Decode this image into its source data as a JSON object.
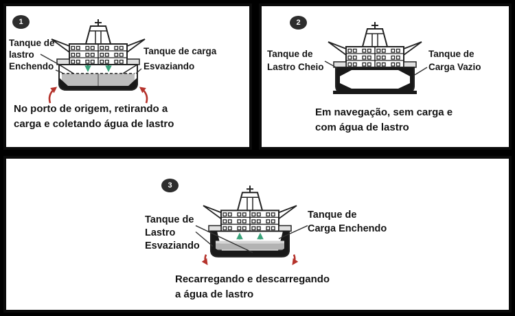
{
  "colors": {
    "background": "#000000",
    "panel_background": "#ffffff",
    "panel_border": "#0b0b0b",
    "badge_background": "#2d2d2d",
    "badge_text": "#ffffff",
    "text": "#141414",
    "ship_outline": "#222222",
    "ballast_water_gray": "#bdbdbd",
    "green_flow_arrow": "#3aa27a",
    "red_water_arrow": "#b5322b"
  },
  "panels": [
    {
      "badge": "1",
      "left_label_lines": [
        "Tanque de",
        "lastro",
        "Enchendo"
      ],
      "right_label_lines": [
        "Tanque de carga",
        "Esvaziando"
      ],
      "caption_lines": [
        "No porto de origem, retirando a",
        "carga e coletando água de lastro"
      ],
      "ship_state": "ballast filling (green arrows down), cargo emptying, red intake arrows up"
    },
    {
      "badge": "2",
      "left_label_lines": [
        "Tanque de",
        "Lastro Cheio"
      ],
      "right_label_lines": [
        "Tanque de",
        "Carga Vazio"
      ],
      "caption_lines": [
        "Em navegação, sem carga e",
        "com água de lastro"
      ],
      "ship_state": "ballast full (black hull), cargo tank empty (white octagon)"
    },
    {
      "badge": "3",
      "left_label_lines": [
        "Tanque de",
        "Lastro",
        "Esvaziando"
      ],
      "right_label_lines": [
        "Tanque de",
        "Carga Enchendo"
      ],
      "caption_lines": [
        "Recarregando e descarregando",
        "a água de lastro"
      ],
      "ship_state": "ballast emptying (red discharge arrows down), cargo filling (green arrows up)"
    }
  ]
}
